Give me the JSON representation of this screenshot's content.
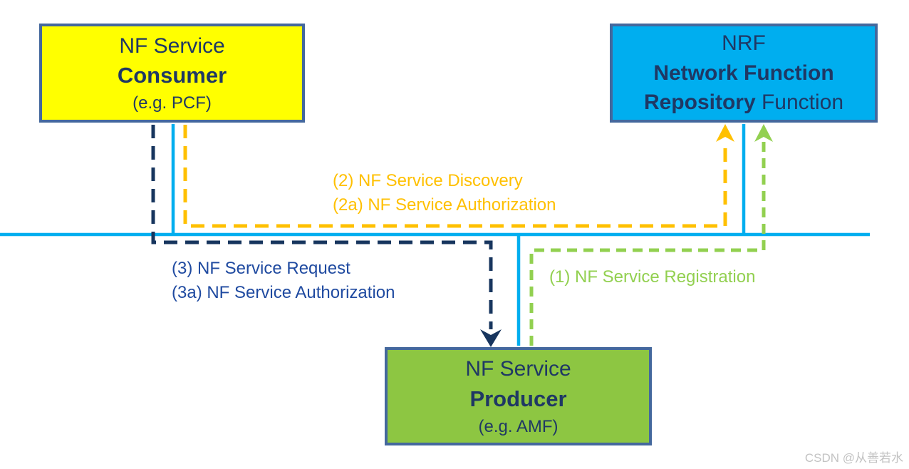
{
  "diagram": {
    "consumer": {
      "line1": "NF Service",
      "line2": "Consumer",
      "line3": "(e.g. PCF)"
    },
    "nrf": {
      "line1": "NRF",
      "line2": "Network Function",
      "line3_bold": "Repository",
      "line3_rest": " Function"
    },
    "producer": {
      "line1": "NF Service",
      "line2": "Producer",
      "line3": "(e.g. AMF)"
    },
    "messages": {
      "registration": {
        "line1": "(1) NF Service Registration"
      },
      "discovery": {
        "line1": "(2) NF Service Discovery",
        "line2": "(2a) NF Service Authorization"
      },
      "request": {
        "line1": "(3) NF Service Request",
        "line2": "(3a) NF Service Authorization"
      }
    },
    "watermark": "CSDN @从善若水"
  },
  "colors": {
    "consumer_fill": "#FFFF00",
    "nrf_fill": "#00AEEF",
    "producer_fill": "#8DC642",
    "box_border": "#44689D",
    "box_text": "#1F3864",
    "cyan_line": "#00AEEF",
    "navy_line": "#17355E",
    "orange_line": "#FFC000",
    "green_line": "#92D050",
    "label_blue": "#1F4AA0",
    "watermark_gray": "#C3C3C3"
  }
}
